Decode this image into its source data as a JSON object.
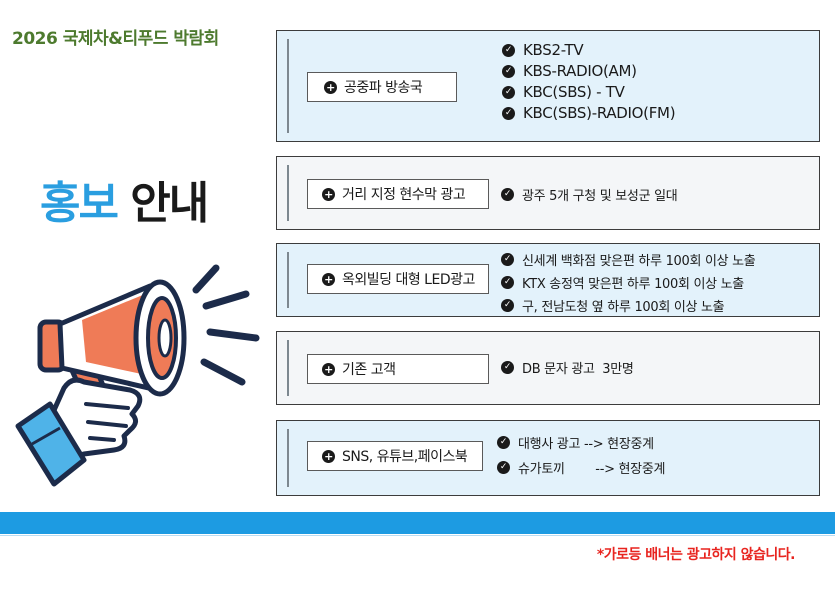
{
  "header": {
    "event_title": "2026 국제차&티푸드 박람회"
  },
  "heading": {
    "accent": "홍보",
    "rest": " 안내"
  },
  "colors": {
    "accent": "#2a9ee0",
    "title_green": "#4d7a2e",
    "band": "#1d9be2",
    "note_red": "#e8241f"
  },
  "icons": {
    "label": "plus-circle-icon",
    "item": "check-circle-icon",
    "illustration": "megaphone-icon"
  },
  "sections": [
    {
      "label": "공중파 방송국",
      "items": [
        "KBS2-TV",
        "KBS-RADIO(AM)",
        "KBC(SBS) - TV",
        "KBC(SBS)-RADIO(FM)"
      ]
    },
    {
      "label": "거리 지정 현수막 광고",
      "items": [
        "광주 5개 구청 및 보성군 일대"
      ]
    },
    {
      "label": "옥외빌딩 대형 LED광고",
      "items": [
        "신세계 백화점 맞은편 하루 100회 이상 노출",
        "KTX 송정역 맞은편 하루 100회 이상 노출",
        "구, 전남도청 옆 하루 100회 이상 노출"
      ]
    },
    {
      "label": "기존 고객",
      "items": [
        "DB 문자 광고  3만명"
      ]
    },
    {
      "label": "SNS, 유튜브,페이스북",
      "items": [
        "대행사 광고 --> 현장중계",
        "슈가토끼        --> 현장중계"
      ]
    }
  ],
  "footer": {
    "note": "*가로등 배너는 광고하지 않습니다."
  }
}
